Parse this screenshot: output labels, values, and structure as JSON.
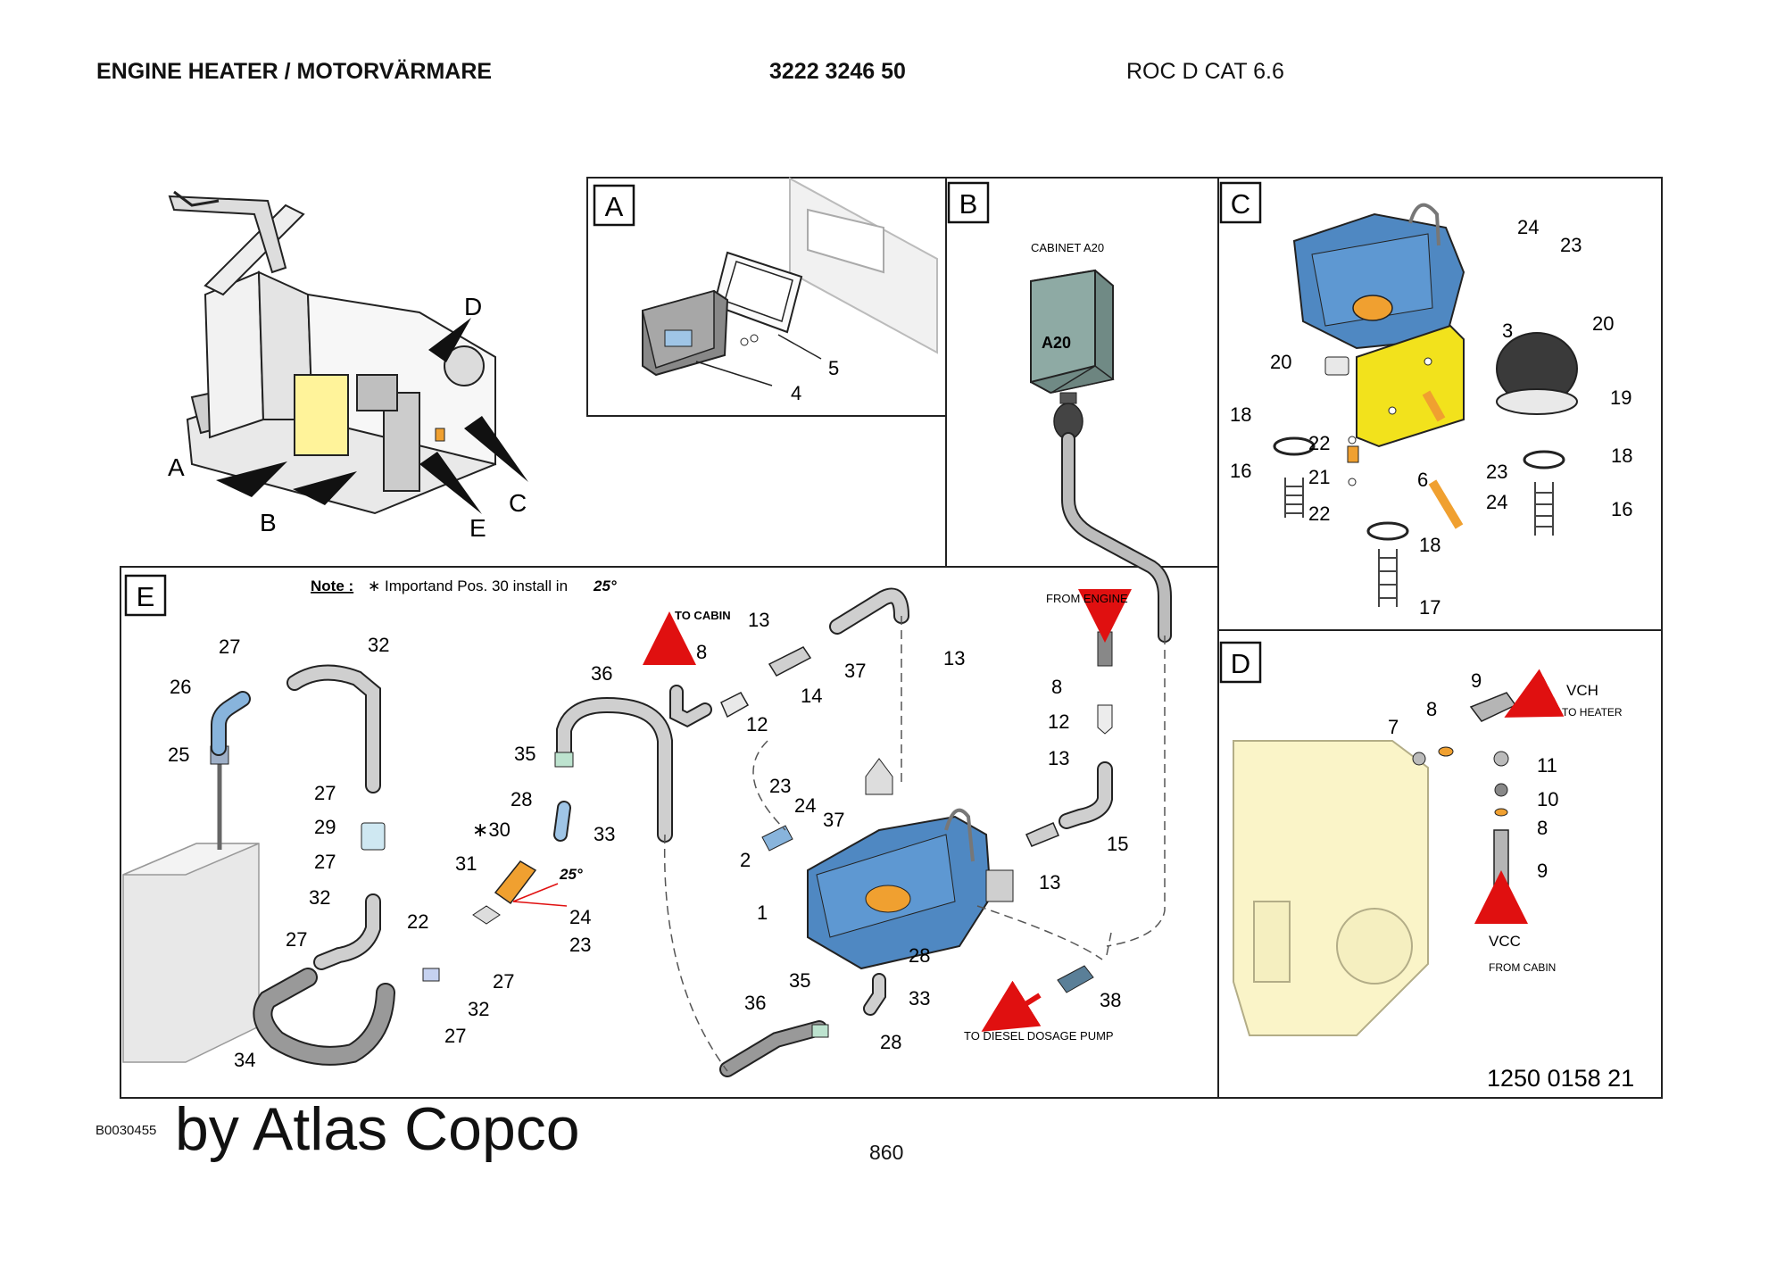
{
  "header": {
    "title": "ENGINE HEATER / MOTORVÄRMARE",
    "part_number": "3222 3246 50",
    "model": "ROC D CAT 6.6"
  },
  "overview": {
    "callouts": [
      "A",
      "B",
      "C",
      "D",
      "E"
    ]
  },
  "panels": {
    "A": {
      "label": "A",
      "parts": [
        "4",
        "5"
      ]
    },
    "B": {
      "label": "B",
      "cabinet_label": "CABINET A20",
      "box_label": "A20"
    },
    "C": {
      "label": "C",
      "parts": [
        "24",
        "23",
        "20",
        "20",
        "3",
        "19",
        "18",
        "22",
        "21",
        "22",
        "6",
        "23",
        "24",
        "18",
        "16",
        "16",
        "18",
        "17"
      ]
    },
    "D": {
      "label": "D",
      "parts": [
        "9",
        "7",
        "8",
        "11",
        "10",
        "8",
        "9"
      ],
      "vch": "VCH",
      "to_heater": "TO HEATER",
      "vcc": "VCC",
      "from_cabin": "FROM CABIN",
      "drawing_number": "1250 0158 21"
    },
    "E": {
      "label": "E",
      "note_label": "Note :",
      "note_text": "∗ Importand Pos. 30 install in",
      "note_angle": "25°",
      "angle_label": "25°",
      "to_cabin": "TO CABIN",
      "from_engine": "FROM ENGINE",
      "to_pump": "TO DIESEL DOSAGE PUMP",
      "parts": [
        "27",
        "32",
        "26",
        "25",
        "27",
        "29",
        "27",
        "32",
        "27",
        "34",
        "36",
        "35",
        "28",
        "∗30",
        "33",
        "31",
        "22",
        "24",
        "23",
        "27",
        "32",
        "27",
        "8",
        "13",
        "14",
        "12",
        "37",
        "13",
        "23",
        "24",
        "37",
        "2",
        "1",
        "28",
        "35",
        "36",
        "33",
        "28",
        "8",
        "12",
        "13",
        "15",
        "13",
        "38"
      ]
    }
  },
  "footer": {
    "code": "B0030455",
    "brand": "by Atlas Copco",
    "page": "860"
  },
  "colors": {
    "heater_blue": "#4f88c2",
    "bracket_yellow": "#f2e21c",
    "orange": "#f0a030",
    "hose_grey": "#b8b8b8",
    "engine_yellow": "#faf4c8",
    "cabinet_green": "#8eaaa4",
    "arrow_red": "#e01010"
  }
}
